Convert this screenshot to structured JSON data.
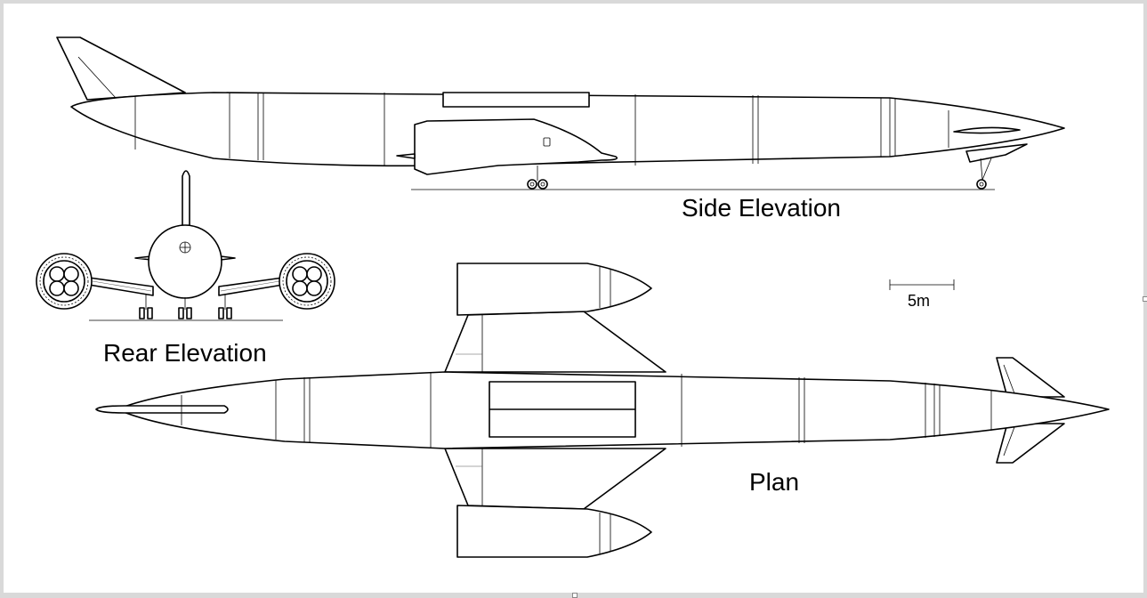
{
  "labels": {
    "side": "Side Elevation",
    "rear": "Rear Elevation",
    "plan": "Plan",
    "scale": "5m"
  },
  "colors": {
    "line": "#000000",
    "paper": "#ffffff",
    "frame": "#d9d9d9"
  }
}
